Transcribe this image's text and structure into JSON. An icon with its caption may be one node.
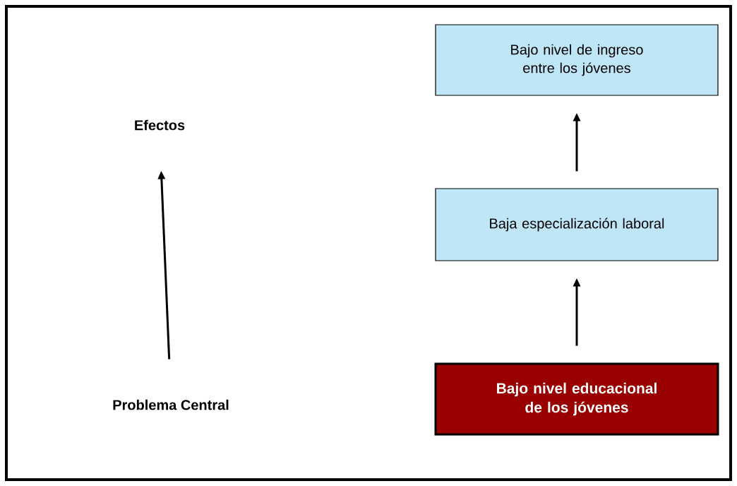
{
  "diagram": {
    "nodes": [
      {
        "text": [
          "Bajo nivel de ingreso entre los jóvenes"
        ]
      },
      {
        "text": [
          "Efectos"
        ]
      },
      {
        "text": [
          "Baja especialización laboral"
        ]
      },
      {
        "text": [
          "Problema Central"
        ]
      },
      {
        "text": [
          "Bajo nivel educacional de los jóvenes"
        ]
      }
    ],
    "edges": [
      {
        "from": 4,
        "to": 2,
        "arrow": "to"
      },
      {
        "from": 2,
        "to": 0,
        "arrow": "to"
      },
      {
        "from": 3,
        "to": 1,
        "arrow": "to"
      }
    ]
  }
}
